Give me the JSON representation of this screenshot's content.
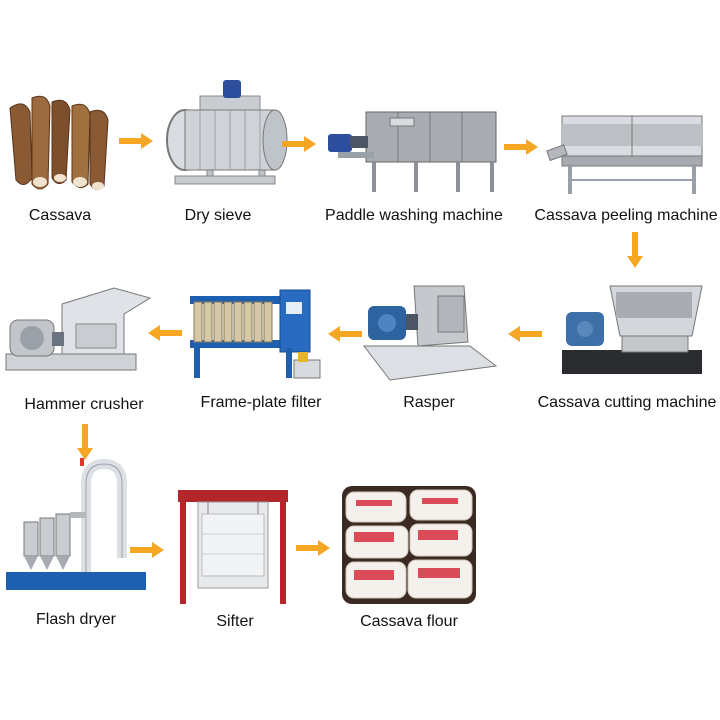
{
  "flow": {
    "arrow_color": "#f5a623",
    "steps": [
      {
        "label": "Cassava",
        "icon": "cassava-roots-icon"
      },
      {
        "label": "Dry sieve",
        "icon": "drum-sieve-icon"
      },
      {
        "label": "Paddle washing machine",
        "icon": "washing-tank-icon"
      },
      {
        "label": "Cassava peeling machine",
        "icon": "peeling-machine-icon"
      },
      {
        "label": "Cassava cutting machine",
        "icon": "cutting-machine-icon"
      },
      {
        "label": "Rasper",
        "icon": "rasper-icon"
      },
      {
        "label": "Frame-plate filter",
        "icon": "filter-press-icon"
      },
      {
        "label": "Hammer crusher",
        "icon": "hammer-crusher-icon"
      },
      {
        "label": "Flash dryer",
        "icon": "flash-dryer-icon"
      },
      {
        "label": "Sifter",
        "icon": "sifter-icon"
      },
      {
        "label": "Cassava flour",
        "icon": "flour-bags-icon"
      }
    ]
  }
}
